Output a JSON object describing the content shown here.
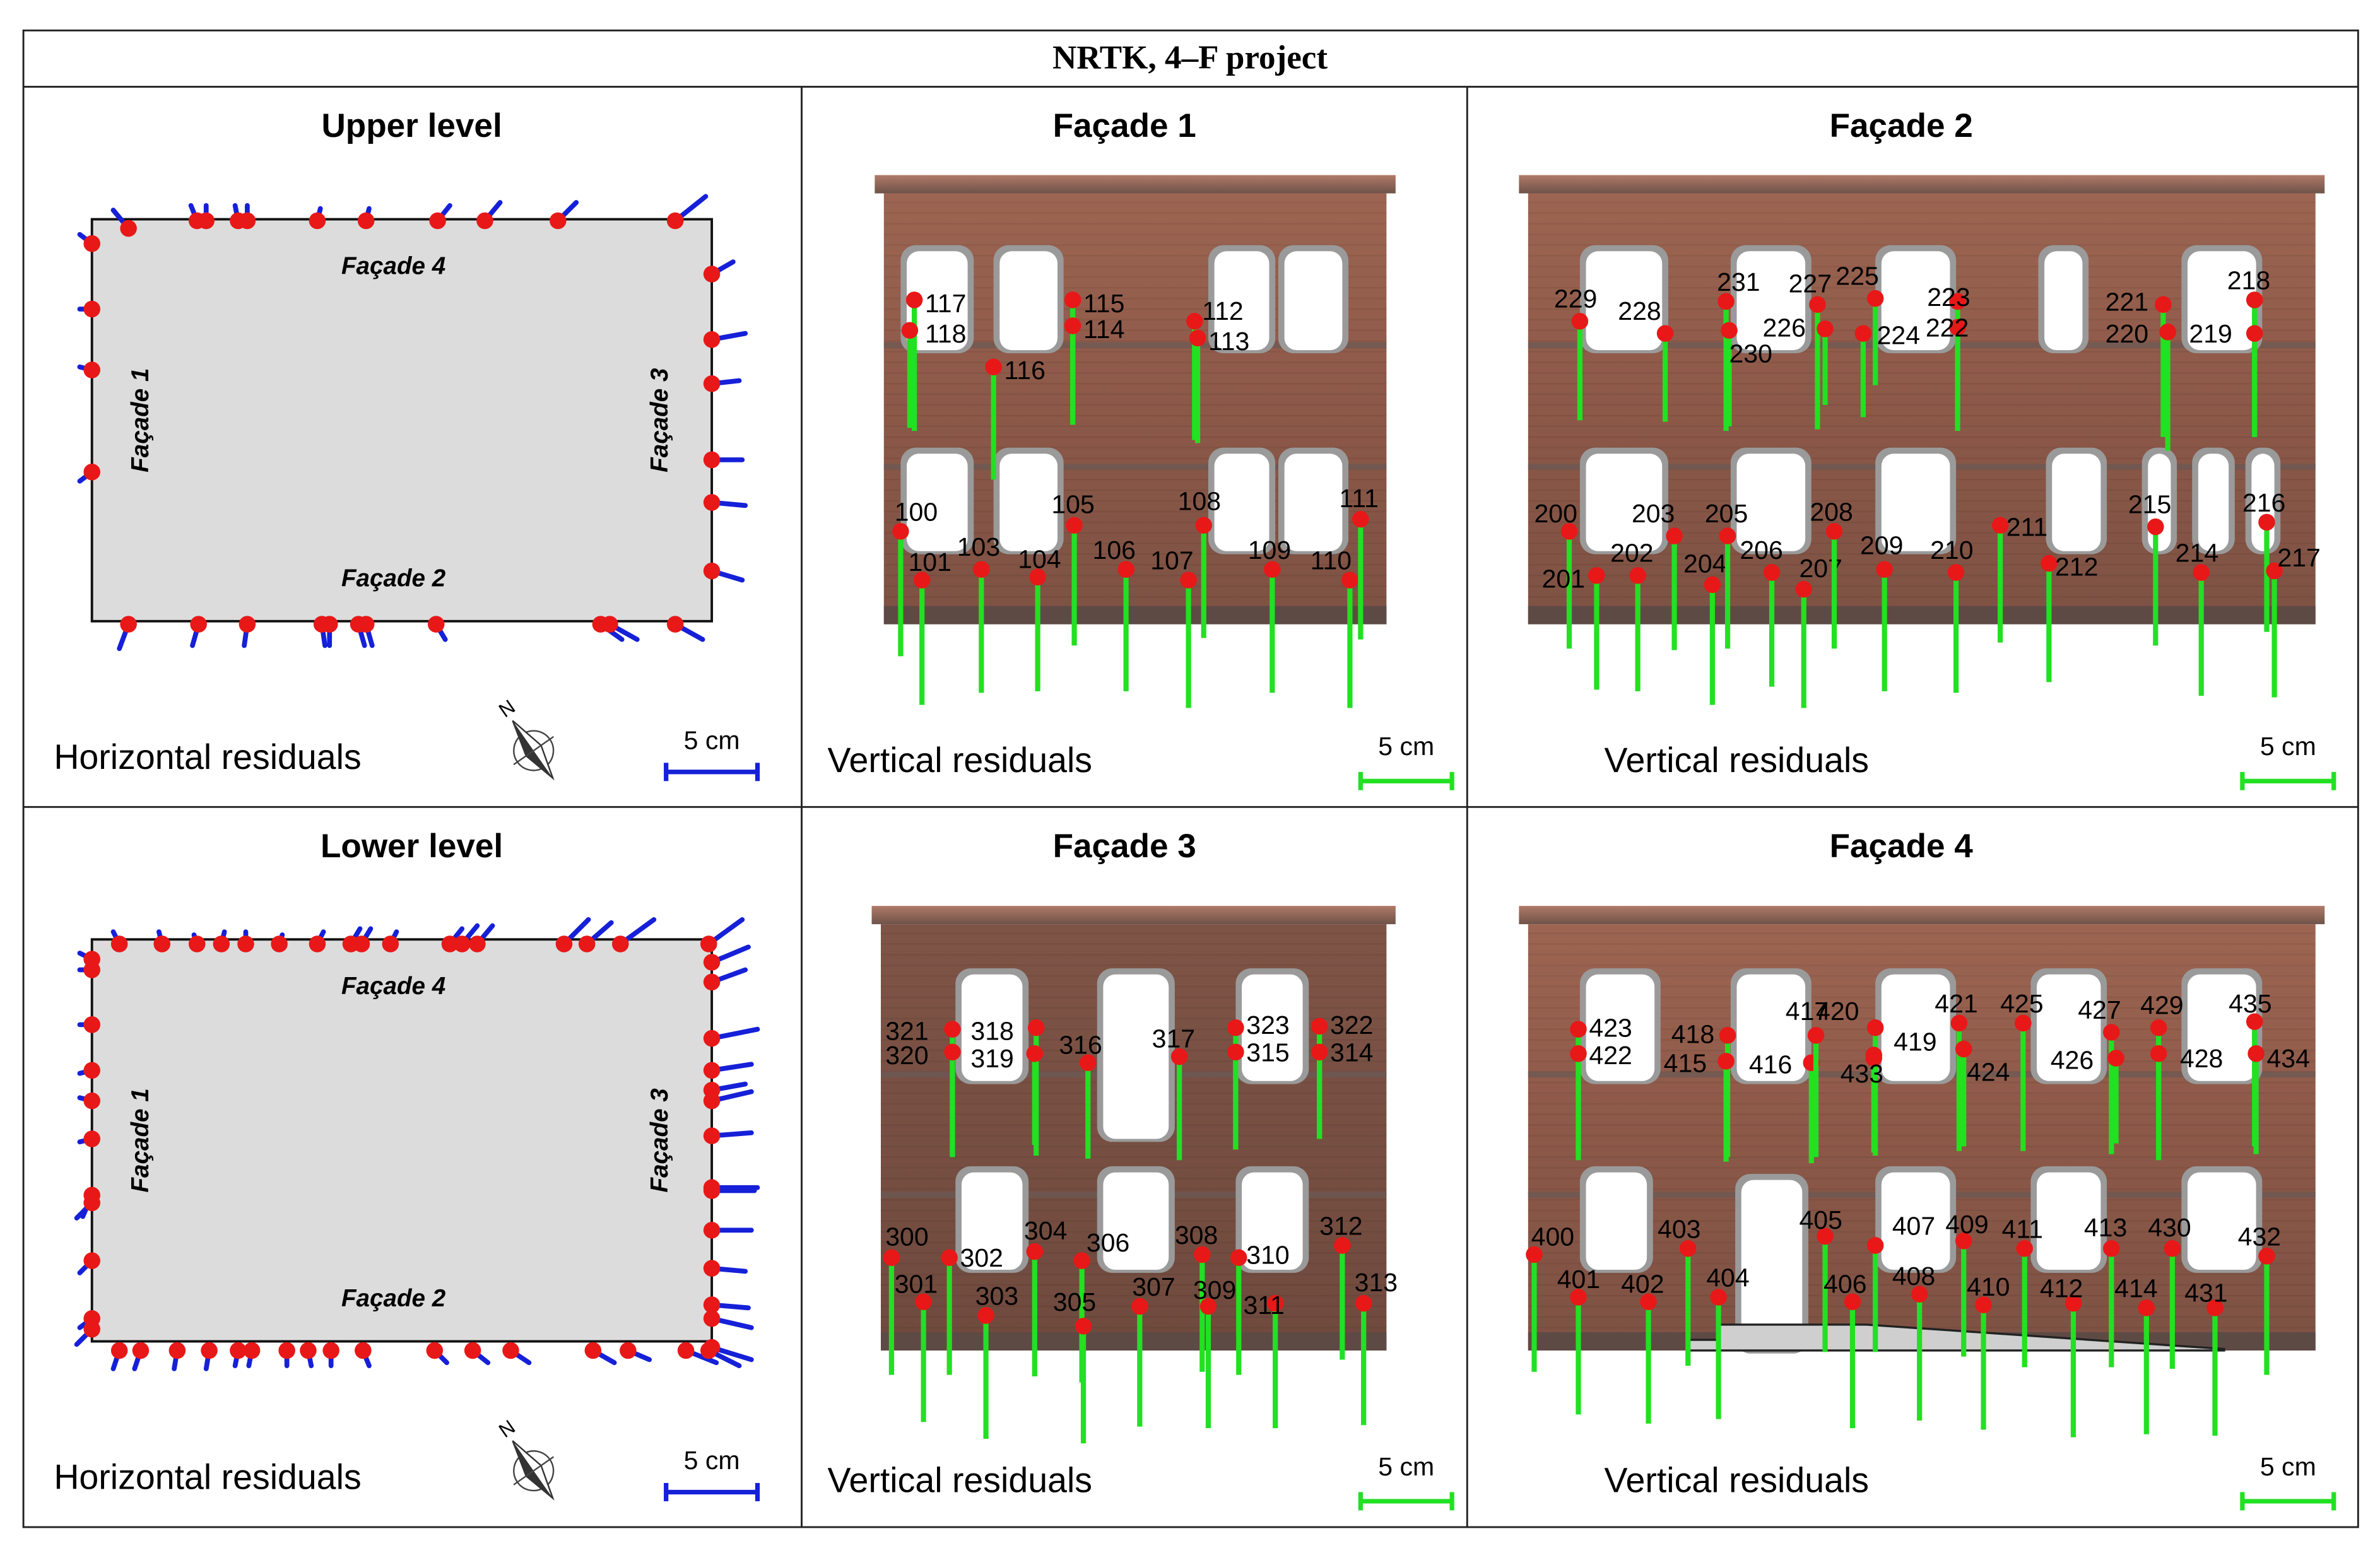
{
  "title": "NRTK, 4–F project",
  "colors": {
    "point": "#e81818",
    "horizontal": "#1520d8",
    "vertical": "#22e022",
    "plan_fill": "#dcdcdc",
    "border": "#222222"
  },
  "panels": [
    {
      "id": "upper",
      "heading": "Upper level",
      "caption": "Horizontal residuals",
      "scale_label": "5 cm",
      "north": "N",
      "facades": [
        "Façade 4",
        "Façade 1",
        "Façade 3",
        "Façade 2"
      ]
    },
    {
      "id": "f1",
      "heading": "Façade 1",
      "caption": "Vertical residuals",
      "scale_label": "5 cm",
      "labels": [
        "117",
        "118",
        "115",
        "114",
        "112",
        "113",
        "116",
        "100",
        "101",
        "103",
        "104",
        "105",
        "106",
        "107",
        "108",
        "109",
        "110",
        "111"
      ]
    },
    {
      "id": "f2",
      "heading": "Façade 2",
      "caption": "Vertical residuals",
      "scale_label": "5 cm",
      "labels": [
        "229",
        "228",
        "231",
        "230",
        "227",
        "226",
        "225",
        "224",
        "223",
        "222",
        "221",
        "220",
        "218",
        "219",
        "200",
        "201",
        "202",
        "203",
        "204",
        "205",
        "206",
        "207",
        "208",
        "209",
        "210",
        "211",
        "212",
        "215",
        "214",
        "216",
        "217"
      ]
    },
    {
      "id": "lower",
      "heading": "Lower level",
      "caption": "Horizontal residuals",
      "scale_label": "5 cm",
      "north": "N",
      "facades": [
        "Façade 4",
        "Façade 1",
        "Façade 3",
        "Façade 2"
      ]
    },
    {
      "id": "f3",
      "heading": "Façade 3",
      "caption": "Vertical residuals",
      "scale_label": "5 cm",
      "labels": [
        "321",
        "320",
        "318",
        "319",
        "316",
        "317",
        "323",
        "315",
        "322",
        "314",
        "300",
        "301",
        "302",
        "303",
        "304",
        "305",
        "306",
        "307",
        "308",
        "309",
        "310",
        "311",
        "312",
        "313"
      ]
    },
    {
      "id": "f4",
      "heading": "Façade 4",
      "caption": "Vertical residuals",
      "scale_label": "5 cm",
      "labels": [
        "423",
        "422",
        "418",
        "415",
        "416",
        "417",
        "420",
        "419",
        "433",
        "421",
        "424",
        "425",
        "427",
        "426",
        "429",
        "428",
        "435",
        "434",
        "400",
        "401",
        "402",
        "403",
        "404",
        "405",
        "406",
        "407",
        "408",
        "409",
        "410",
        "411",
        "412",
        "413",
        "414",
        "430",
        "431",
        "432"
      ]
    }
  ]
}
